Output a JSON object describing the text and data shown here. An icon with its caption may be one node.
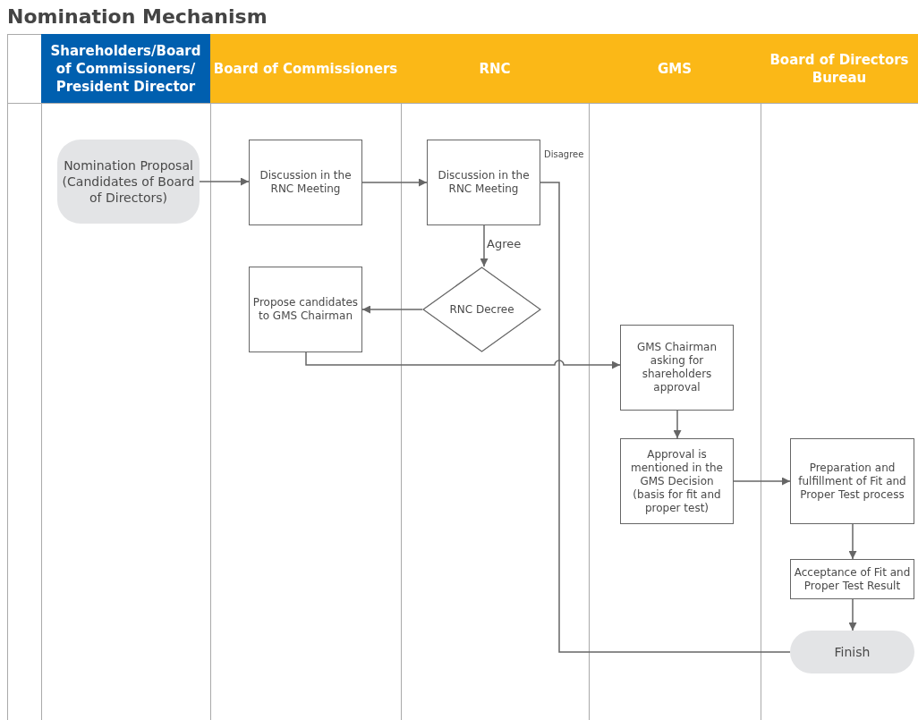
{
  "diagram": {
    "title": "Nomination Mechanism",
    "nodes": [
      {
        "text": [
          "Shareholders/Board of Commissioners/ President Director"
        ]
      },
      {
        "text": [
          "Board of Commissioners"
        ]
      },
      {
        "text": [
          "RNC"
        ]
      },
      {
        "text": [
          "GMS"
        ]
      },
      {
        "text": [
          "Board of Directors Bureau"
        ]
      },
      {
        "text": [
          "Nomination Proposal (Candidates of Board of Directors)"
        ]
      },
      {
        "text": [
          "Discussion in the RNC Meeting"
        ]
      },
      {
        "text": [
          "Discussion in the RNC Meeting"
        ]
      },
      {
        "text": [
          "RNC Decree"
        ]
      },
      {
        "text": [
          "Propose candidates to GMS Chairman"
        ]
      },
      {
        "text": [
          "GMS Chairman asking for shareholders approval"
        ]
      },
      {
        "text": [
          "Approval is mentioned in the GMS Decision (basis for fit and proper test)"
        ]
      },
      {
        "text": [
          "Preparation and fulfillment of Fit and Proper Test process"
        ]
      },
      {
        "text": [
          "Acceptance of Fit and Proper Test Result"
        ]
      },
      {
        "text": [
          "Finish"
        ]
      }
    ],
    "edges": [
      {
        "from": 5,
        "to": 6,
        "arrow": "to"
      },
      {
        "from": 6,
        "to": 7,
        "arrow": "to"
      },
      {
        "from": 7,
        "to": 14,
        "arrow": "none",
        "label": "Disagree"
      },
      {
        "from": 7,
        "to": 8,
        "arrow": "to",
        "label": "Agree"
      },
      {
        "from": 8,
        "to": 9,
        "arrow": "to"
      },
      {
        "from": 9,
        "to": 10,
        "arrow": "to"
      },
      {
        "from": 10,
        "to": 11,
        "arrow": "to"
      },
      {
        "from": 11,
        "to": 12,
        "arrow": "to"
      },
      {
        "from": 12,
        "to": 13,
        "arrow": "to"
      },
      {
        "from": 13,
        "to": 14,
        "arrow": "to"
      }
    ]
  }
}
